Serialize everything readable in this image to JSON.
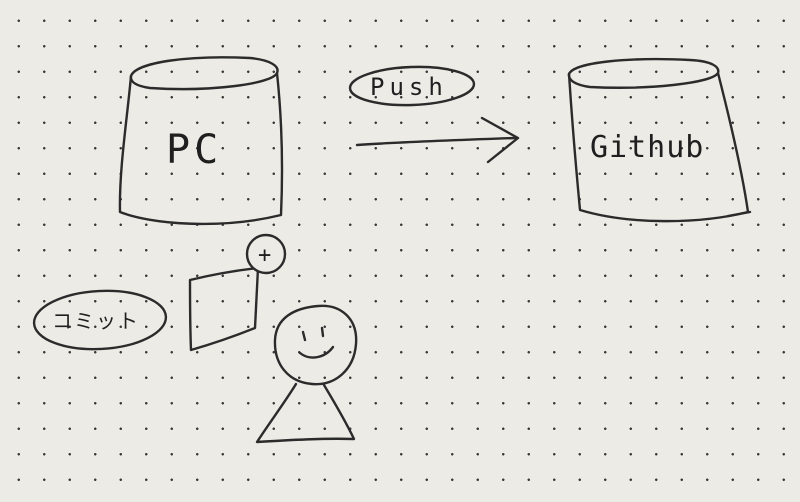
{
  "nodes": {
    "pc": {
      "label": "PC"
    },
    "github": {
      "label": "Github"
    }
  },
  "edges": {
    "push": {
      "label": "Push",
      "from": "pc",
      "to": "github"
    }
  },
  "annotations": {
    "commit": {
      "label": "コミット"
    },
    "file_badge": {
      "label": "+"
    }
  }
}
